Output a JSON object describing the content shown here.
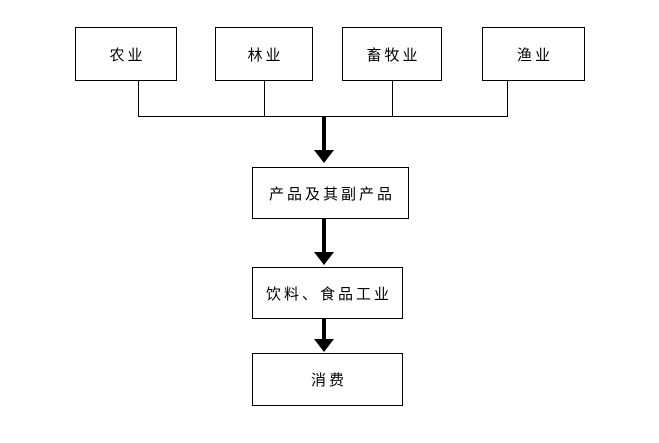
{
  "diagram": {
    "type": "flowchart",
    "background_color": "#ffffff",
    "line_color": "#000000",
    "sources": [
      {
        "id": "agriculture",
        "label": "农业"
      },
      {
        "id": "forestry",
        "label": "林业"
      },
      {
        "id": "animal-husbandry",
        "label": "畜牧业"
      },
      {
        "id": "fishery",
        "label": "渔业"
      }
    ],
    "chain": [
      {
        "id": "products-and-byproducts",
        "label": "产品及其副产品"
      },
      {
        "id": "beverage-food-industry",
        "label": "饮料、食品工业"
      },
      {
        "id": "consumption",
        "label": "消费"
      }
    ],
    "flow_description": "sources merge into products-and-byproducts, then beverage-food-industry, then consumption"
  }
}
